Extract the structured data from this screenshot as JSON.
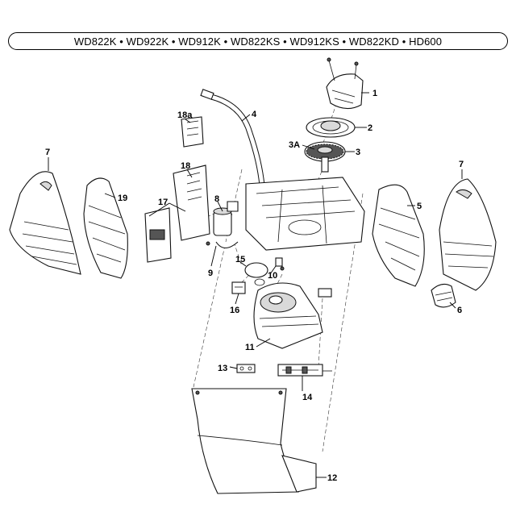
{
  "header": {
    "models": "WD822K • WD922K • WD912K • WD822KS • WD912KS • WD822KD • HD600"
  },
  "callouts": [
    {
      "id": "1",
      "text": "1"
    },
    {
      "id": "2",
      "text": "2"
    },
    {
      "id": "3",
      "text": "3"
    },
    {
      "id": "3a",
      "text": "3A"
    },
    {
      "id": "4",
      "text": "4"
    },
    {
      "id": "5",
      "text": "5"
    },
    {
      "id": "6",
      "text": "6"
    },
    {
      "id": "7l",
      "text": "7"
    },
    {
      "id": "7r",
      "text": "7"
    },
    {
      "id": "8",
      "text": "8"
    },
    {
      "id": "9",
      "text": "9"
    },
    {
      "id": "10",
      "text": "10"
    },
    {
      "id": "11",
      "text": "11"
    },
    {
      "id": "12",
      "text": "12"
    },
    {
      "id": "13",
      "text": "13"
    },
    {
      "id": "14",
      "text": "14"
    },
    {
      "id": "15",
      "text": "15"
    },
    {
      "id": "16",
      "text": "16"
    },
    {
      "id": "17",
      "text": "17"
    },
    {
      "id": "18",
      "text": "18"
    },
    {
      "id": "18a",
      "text": "18a"
    },
    {
      "id": "19",
      "text": "19"
    }
  ]
}
